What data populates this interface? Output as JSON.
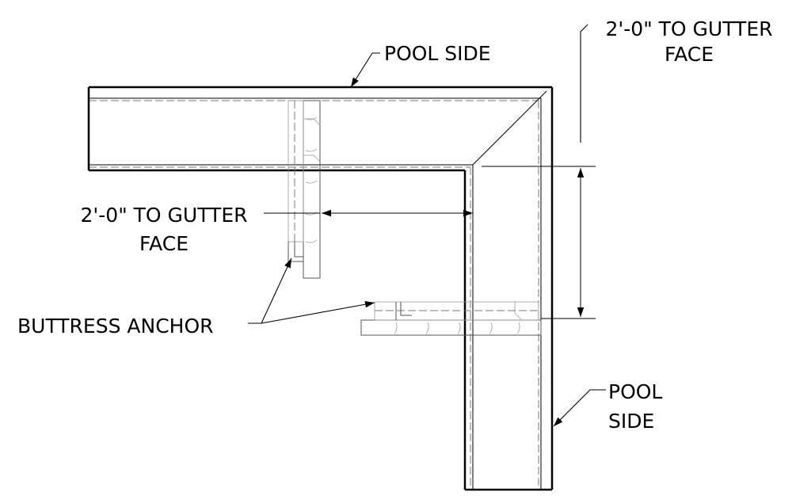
{
  "labels": {
    "pool_side_top": "POOL SIDE",
    "dim_right_line1": "2'-0\" TO GUTTER",
    "dim_right_line2": "FACE",
    "dim_left_line1": "2'-0\" TO GUTTER",
    "dim_left_line2": "FACE",
    "buttress_anchor": "BUTTRESS ANCHOR",
    "pool_side_right_line1": "POOL",
    "pool_side_right_line2": "SIDE"
  }
}
